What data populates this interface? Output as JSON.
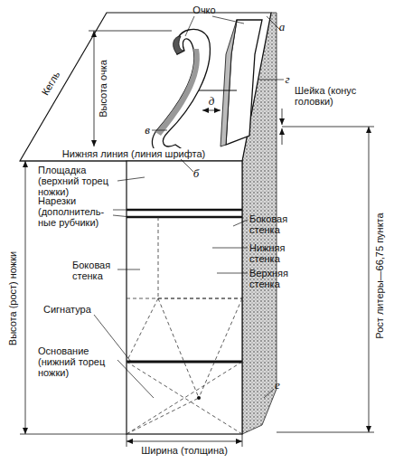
{
  "diagram": {
    "labels": [
      "Очко",
      "а",
      "Кегль",
      "Высота очка",
      "г",
      "в",
      "д",
      "Шейка (конус головки)",
      "Нижняя линия (линия шрифта)",
      "б",
      "Площадка (верхний торец ножки)",
      "Нарезки (дополнитель- ные рубчики)",
      "Боковая стенка",
      "Нижняя стенка",
      "Верхняя стенка",
      "Боковая стенка",
      "Сигнатура",
      "Основание (нижний торец ножки)",
      "е",
      "Ширина (толщина)",
      "Высота (рост) ножки",
      "Рост литеры—66,75 пункта"
    ]
  }
}
